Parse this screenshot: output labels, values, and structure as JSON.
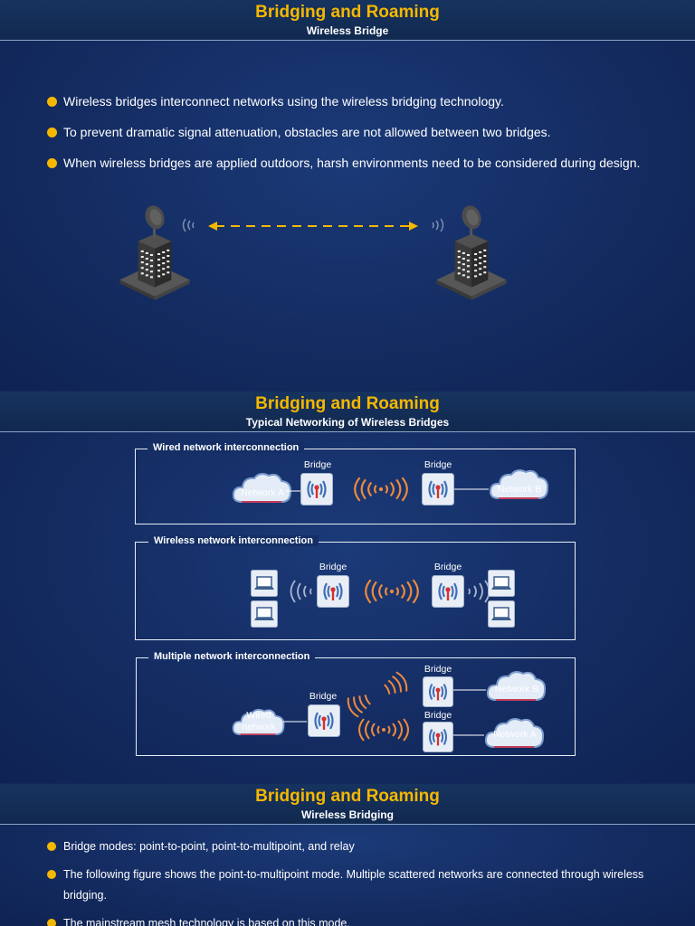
{
  "slide1": {
    "title": "Bridging and Roaming",
    "subtitle": "Wireless Bridge",
    "bullets": [
      "Wireless bridges interconnect networks using the wireless bridging technology.",
      "To prevent dramatic signal attenuation, obstacles are not allowed between two bridges.",
      "When wireless bridges are applied outdoors, harsh environments need to be considered during design."
    ]
  },
  "slide2": {
    "title": "Bridging and Roaming",
    "subtitle": "Typical Networking of Wireless Bridges",
    "panels": {
      "wired": {
        "label": "Wired network interconnection",
        "bridge_left": "Bridge",
        "bridge_right": "Bridge",
        "network_left": "Network A",
        "network_right": "Network B"
      },
      "wireless": {
        "label": "Wireless network interconnection",
        "bridge_left": "Bridge",
        "bridge_right": "Bridge"
      },
      "multiple": {
        "label": "Multiple network interconnection",
        "bridge_center": "Bridge",
        "bridge_top": "Bridge",
        "bridge_bottom": "Bridge",
        "network_wired_line1": "Wired",
        "network_wired_line2": "network",
        "network_top": "Network B",
        "network_bottom": "Network A"
      }
    }
  },
  "slide3": {
    "title": "Bridging and Roaming",
    "subtitle": "Wireless Bridging",
    "bullets": [
      "Bridge modes: point-to-point, point-to-multipoint, and relay",
      "The following figure shows the point-to-multipoint mode. Multiple scattered networks are connected through wireless bridging.",
      "The mainstream mesh technology is based on this mode."
    ]
  },
  "colors": {
    "accent": "#f5b800",
    "background": "#142c62",
    "wave": "#f08a3c",
    "bridge_icon": "#e9eef6",
    "antenna": "#d4322c",
    "cloud": "#e4ecf8"
  },
  "icons": [
    "building-antenna-icon",
    "signal-wave-icon",
    "bridge-ap-icon",
    "cloud-icon",
    "laptop-icon"
  ]
}
